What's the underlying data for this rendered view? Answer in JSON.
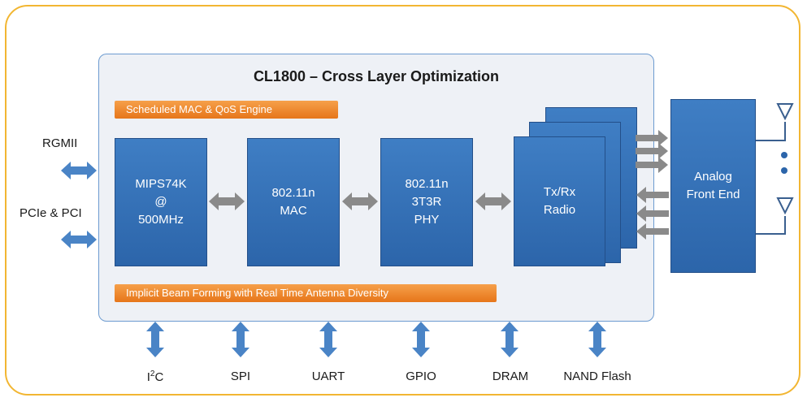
{
  "title": "CL1800 – Cross Layer Optimization",
  "bars": {
    "top": "Scheduled MAC & QoS Engine",
    "bottom": "Implicit Beam Forming with Real Time Antenna Diversity"
  },
  "blocks": {
    "cpu": "MIPS74K\n@\n500MHz",
    "mac": "802.11n\nMAC",
    "phy": "802.11n\n3T3R\nPHY",
    "radio": "Tx/Rx\nRadio",
    "afe": "Analog\nFront End"
  },
  "left_interfaces": {
    "rgmii": "RGMII",
    "pcie": "PCIe & PCI"
  },
  "bottom_interfaces": {
    "i2c_base": "I",
    "i2c_sup": "2",
    "i2c_tail": "C",
    "spi": "SPI",
    "uart": "UART",
    "gpio": "GPIO",
    "dram": "DRAM",
    "nand": "NAND Flash"
  },
  "colors": {
    "frame": "#f2b632",
    "block_blue": "#3470b6",
    "arrow_blue": "#4a84c6",
    "arrow_gray": "#8a8a8a",
    "orange": "#ee8a2e"
  }
}
